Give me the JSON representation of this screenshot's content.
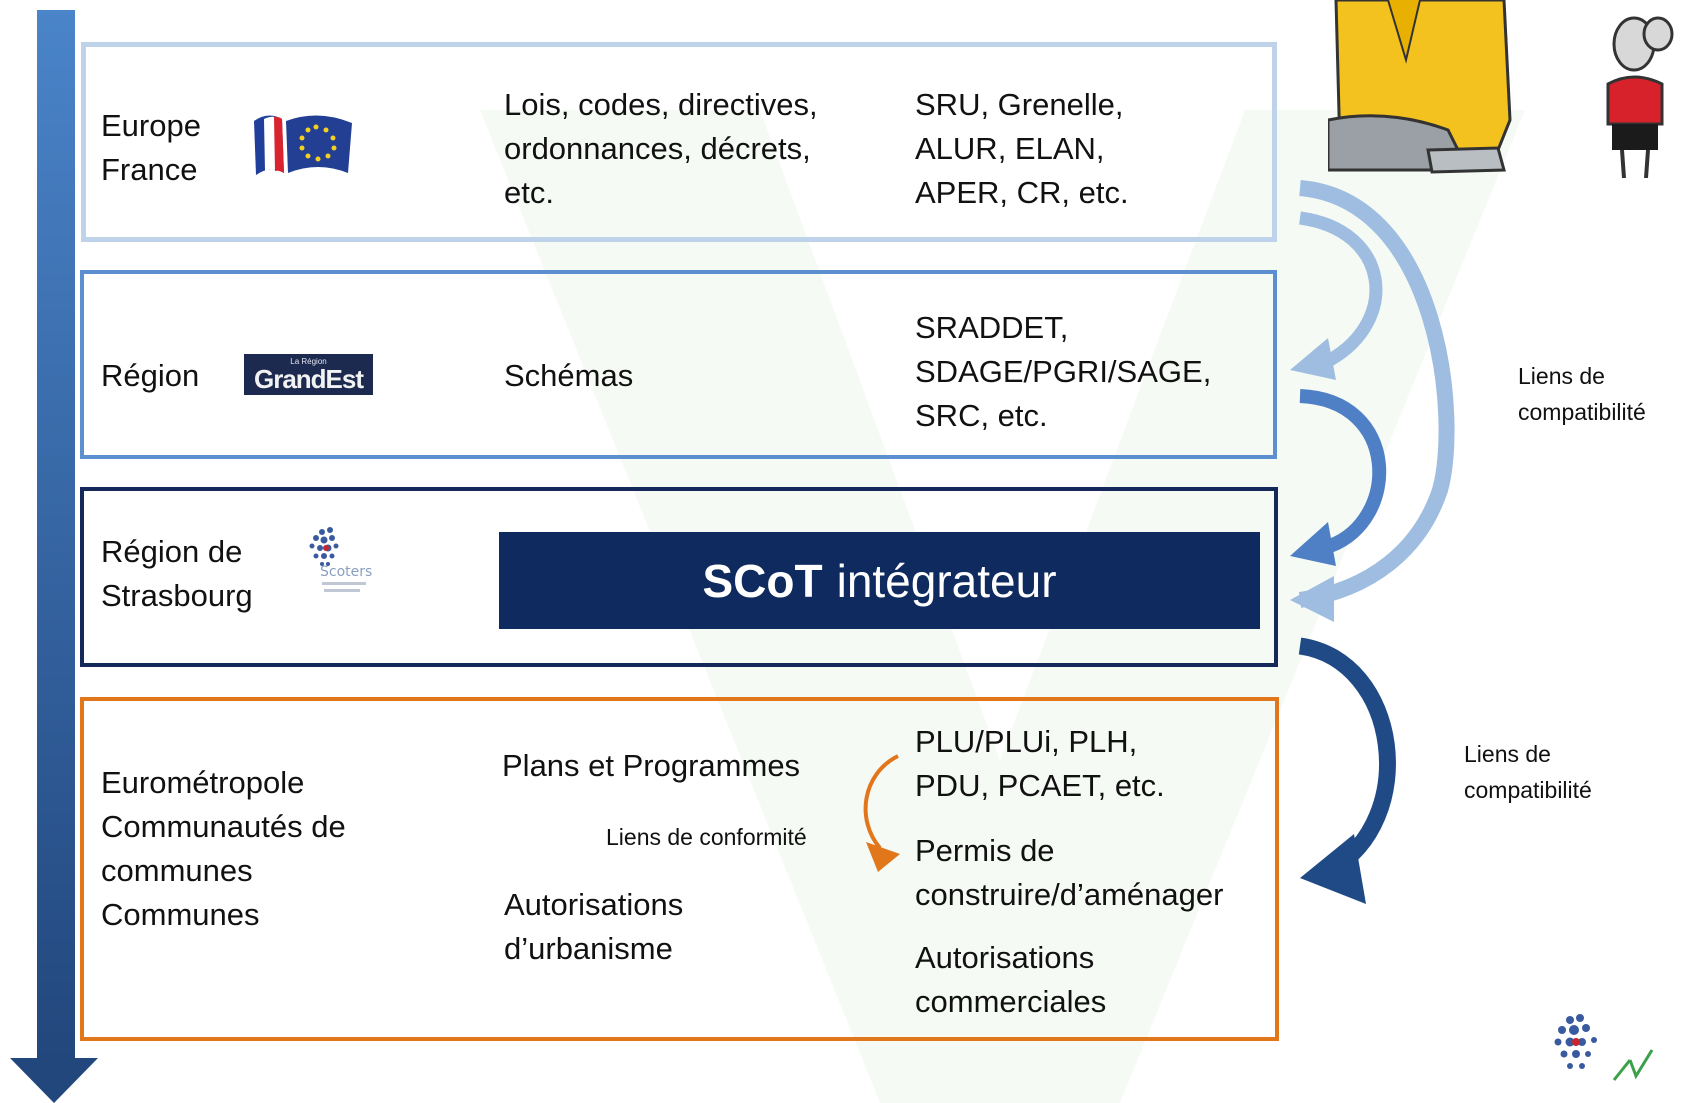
{
  "tiers": [
    {
      "level": "Europe\nFrance",
      "types": "Lois, codes, directives,\nordonnances, décrets,\netc.",
      "examples": "SRU, Grenelle,\nALUR, ELAN,\nAPER, CR, etc."
    },
    {
      "level": "Région",
      "logo_text_top": "La Région",
      "logo_text": "GrandEst",
      "types": "Schémas",
      "examples": "SRADDET,\nSDAGE/PGRI/SAGE,\nSRC, etc."
    },
    {
      "level": "Région de\nStrasbourg",
      "logo_text": "Scoters",
      "banner_bold": "SCoT",
      "banner_rest": "intégrateur"
    },
    {
      "level": "Eurométropole\nCommunautés de\ncommunes\nCommunes",
      "types_1": "Plans et Programmes",
      "types_2": "Autorisations\nd’urbanisme",
      "conformity_label": "Liens de conformité",
      "examples_1": "PLU/PLUi, PLH,\nPDU, PCAET, etc.",
      "examples_2": "Permis de\nconstruire/d’aménager",
      "examples_3": "Autorisations\ncommerciales"
    }
  ],
  "side_labels": {
    "compat_top": "Liens de\ncompatibilité",
    "compat_bottom": "Liens de\ncompatibilité"
  },
  "colors": {
    "tier1_border": "#bed3ea",
    "tier2_border": "#5b8fcf",
    "tier3_border": "#15285a",
    "tier4_border": "#e2761b",
    "banner": "#0f2a5e",
    "arrow_light": "#9ebde0",
    "arrow_mid": "#4f7fc4",
    "arrow_dark": "#1f4a86",
    "arrow_orange": "#e2761b",
    "watermark": "#e4efe1"
  },
  "icons": {
    "left_arrow": "hierarchy-down-arrow-icon",
    "flags": "france-europe-flags-icon",
    "cartoon": "cartoon-characters-icon"
  }
}
